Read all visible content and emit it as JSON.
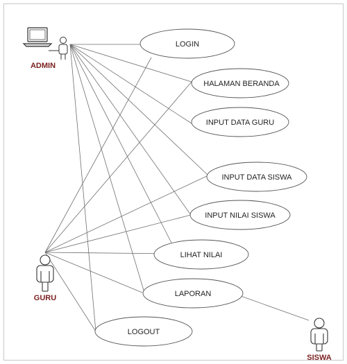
{
  "actors": {
    "admin": "ADMIN",
    "guru": "GURU",
    "siswa": "SISWA"
  },
  "use_cases": {
    "login": "LOGIN",
    "halaman_beranda": "HALAMAN BERANDA",
    "input_data_guru": "INPUT DATA GURU",
    "input_data_siswa": "INPUT DATA SISWA",
    "input_nilai_siswa": "INPUT NILAI SISWA",
    "lihat_nilai": "LIHAT NILAI",
    "laporan": "LAPORAN",
    "logout": "LOGOUT"
  },
  "colors": {
    "line": "#6e6e6e",
    "actor_label": "#7a1f1f",
    "frame": "#c8c8c8"
  },
  "icons": {
    "admin": "laptop-icon",
    "guru": "person-icon",
    "siswa": "person-icon"
  }
}
